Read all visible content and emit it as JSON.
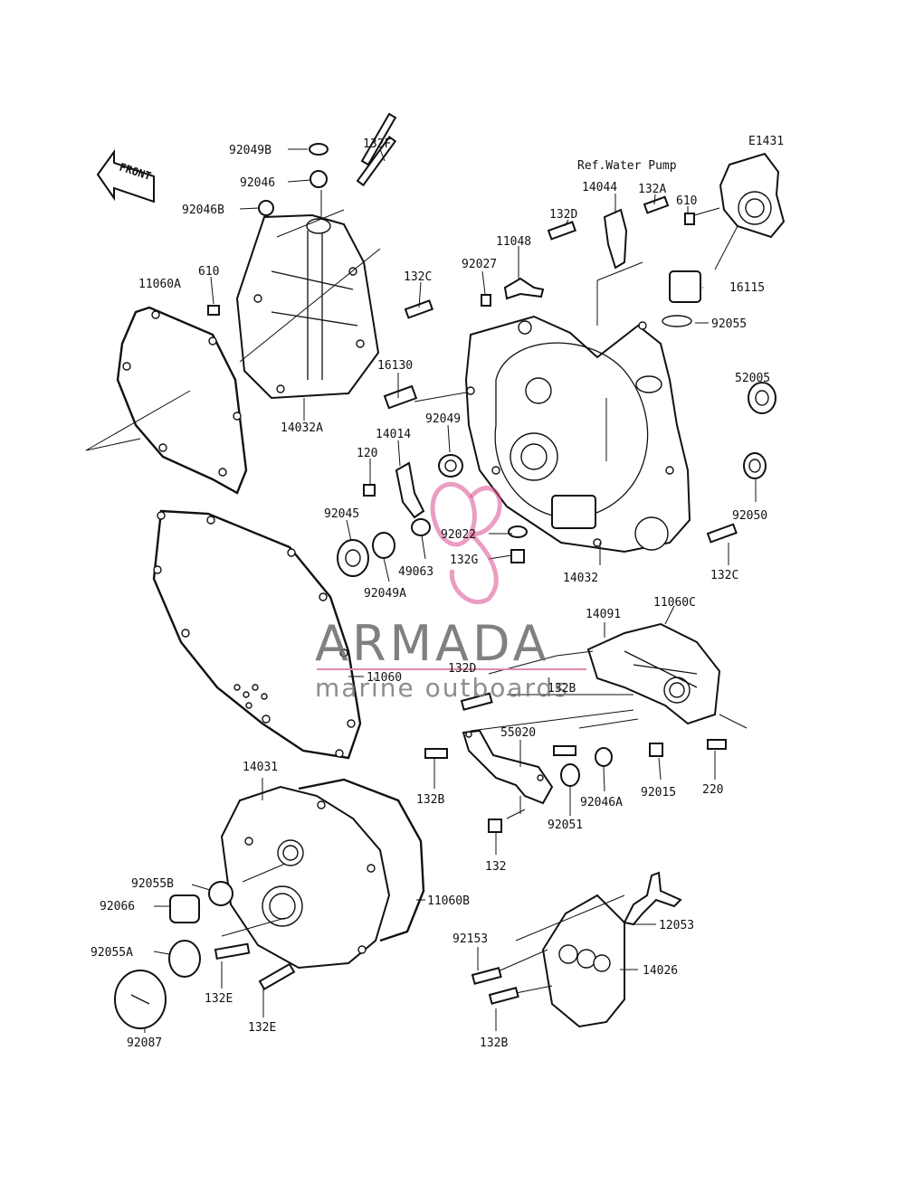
{
  "diagram_code": "E1431",
  "front_label": "FRONT",
  "ref_label": "Ref.Water Pump",
  "watermark": {
    "brand": "ARMADA",
    "tagline": "marine outboards",
    "accent_color": "#d94f8e"
  },
  "parts": [
    {
      "label": "92049B"
    },
    {
      "label": "132F"
    },
    {
      "label": "92046"
    },
    {
      "label": "92046B"
    },
    {
      "label": "11060A"
    },
    {
      "label": "610"
    },
    {
      "label": "132C"
    },
    {
      "label": "14032A"
    },
    {
      "label": "16130"
    },
    {
      "label": "14014"
    },
    {
      "label": "92049"
    },
    {
      "label": "120"
    },
    {
      "label": "92045"
    },
    {
      "label": "92022"
    },
    {
      "label": "49063"
    },
    {
      "label": "132G"
    },
    {
      "label": "92049A"
    },
    {
      "label": "14032"
    },
    {
      "label": "14044"
    },
    {
      "label": "132A"
    },
    {
      "label": "610"
    },
    {
      "label": "132D"
    },
    {
      "label": "11048"
    },
    {
      "label": "92027"
    },
    {
      "label": "16115"
    },
    {
      "label": "92055"
    },
    {
      "label": "52005"
    },
    {
      "label": "92050"
    },
    {
      "label": "132C"
    },
    {
      "label": "11060"
    },
    {
      "label": "14091"
    },
    {
      "label": "11060C"
    },
    {
      "label": "132D"
    },
    {
      "label": "132B"
    },
    {
      "label": "55020"
    },
    {
      "label": "132B"
    },
    {
      "label": "92046A"
    },
    {
      "label": "92015"
    },
    {
      "label": "220"
    },
    {
      "label": "92051"
    },
    {
      "label": "132"
    },
    {
      "label": "14031"
    },
    {
      "label": "92055B"
    },
    {
      "label": "92066"
    },
    {
      "label": "11060B"
    },
    {
      "label": "92055A"
    },
    {
      "label": "132E"
    },
    {
      "label": "132E"
    },
    {
      "label": "92087"
    },
    {
      "label": "92153"
    },
    {
      "label": "12053"
    },
    {
      "label": "14026"
    },
    {
      "label": "132B"
    }
  ]
}
